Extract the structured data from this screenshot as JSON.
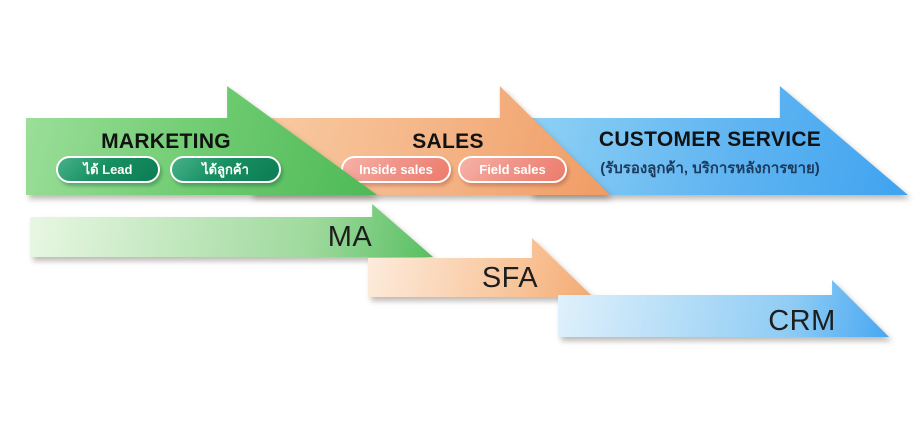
{
  "stages": [
    {
      "title": "MARKETING",
      "pills": [
        "ได้ Lead",
        "ได้ลูกค้า"
      ]
    },
    {
      "title": "SALES",
      "pills": [
        "Inside sales",
        "Field sales"
      ]
    },
    {
      "title": "CUSTOMER SERVICE",
      "subtitle": "(รับรองลูกค้า, บริการหลังการขาย)"
    }
  ],
  "systems": [
    {
      "label": "MA"
    },
    {
      "label": "SFA"
    },
    {
      "label": "CRM"
    }
  ],
  "colors": {
    "marketing_gradient_from": "#9ddf9b",
    "marketing_gradient_to": "#4eb957",
    "marketing_pill_from": "#49b18a",
    "marketing_pill_to": "#0e7c53",
    "sales_gradient_from": "#f8cda5",
    "sales_gradient_to": "#f09c64",
    "sales_pill_from": "#f7b3a6",
    "sales_pill_to": "#ec7b6b",
    "service_gradient_from": "#90d2f5",
    "service_gradient_to": "#3fa3f0",
    "ma_gradient_from": "#e9f7e4",
    "ma_gradient_to": "#58bf62",
    "sfa_gradient_from": "#fdecdd",
    "sfa_gradient_to": "#f4aa72",
    "crm_gradient_from": "#e0f1fb",
    "crm_gradient_to": "#47a7f2",
    "heading_text": "#121212",
    "subtitle_text": "#1b3a5c",
    "pill_text": "#ffffff",
    "system_label_text": "#1e1e1e",
    "background": "#ffffff"
  }
}
